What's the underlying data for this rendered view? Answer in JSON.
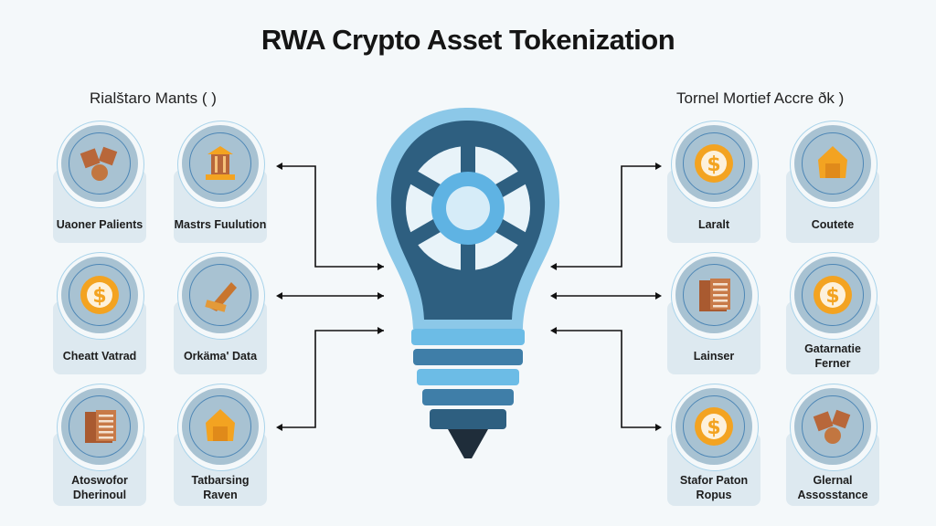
{
  "title": "RWA Crypto Asset Tokenization",
  "left": {
    "heading": "Rialštaro Mants ( )",
    "cards": [
      {
        "label": "Uaoner Palients",
        "icon": "bricks-coin-icon"
      },
      {
        "label": "Mastrs Fuulution",
        "icon": "temple-icon"
      },
      {
        "label": "Cheatt Vatrad",
        "icon": "coin-icon"
      },
      {
        "label": "Orkäma' Data",
        "icon": "gold-stack-icon"
      },
      {
        "label": "Atoswofor Dherinoul",
        "icon": "building-icon"
      },
      {
        "label": "Tatbarsing Raven",
        "icon": "gold-house-icon"
      }
    ]
  },
  "right": {
    "heading": "Tornel Mortief Accre ðk )",
    "cards": [
      {
        "label": "Laralt",
        "icon": "coin-icon"
      },
      {
        "label": "Coutete",
        "icon": "gold-house-icon"
      },
      {
        "label": "Lainser",
        "icon": "building-icon"
      },
      {
        "label": "Gatarnatie Ferner",
        "icon": "coin-icon"
      },
      {
        "label": "Stafor Paton Ropus",
        "icon": "coin-icon"
      },
      {
        "label": "Glernal Assosstance",
        "icon": "bricks-coin-icon"
      }
    ]
  },
  "colors": {
    "bulb": "#2e5f80",
    "bulb_rim": "#8cc8e8",
    "orange": "#f3a321",
    "brown": "#b8673a"
  }
}
